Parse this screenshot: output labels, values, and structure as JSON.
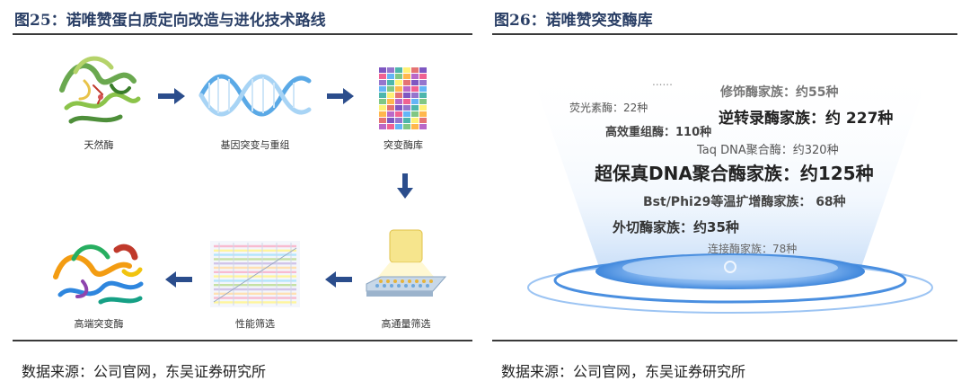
{
  "fig25": {
    "title": "图25：诺唯赞蛋白质定向改造与进化技术路线",
    "steps": [
      {
        "label": "天然酶",
        "icon": "protein-structure-icon"
      },
      {
        "label": "基因突变与重组",
        "icon": "dna-helix-icon"
      },
      {
        "label": "突变酶库",
        "icon": "mutant-library-grid-icon"
      },
      {
        "label": "高通量筛选",
        "icon": "microplate-screening-icon"
      },
      {
        "label": "性能筛选",
        "icon": "performance-chart-icon"
      },
      {
        "label": "高端突变酶",
        "icon": "protein-structure-icon"
      }
    ],
    "source": "数据来源：公司官网，东吴证券研究所"
  },
  "fig26": {
    "title": "图26：诺唯赞突变酶库",
    "dots": "......",
    "enzymes": [
      {
        "text": "修饰酶家族：约55种",
        "color": "#777777"
      },
      {
        "text": "荧光素酶：22种",
        "color": "#555555"
      },
      {
        "text": "逆转录酶家族：约 227种",
        "color": "#222222"
      },
      {
        "text": "高效重组酶：110种",
        "color": "#444444"
      },
      {
        "text": "Taq DNA聚合酶：约320种",
        "color": "#555555"
      },
      {
        "text": "超保真DNA聚合酶家族：约125种",
        "color": "#222222"
      },
      {
        "text": "Bst/Phi29等温扩增酶家族： 68种",
        "color": "#444444"
      },
      {
        "text": "外切酶家族：约35种",
        "color": "#333333"
      },
      {
        "text": "连接酶家族：78种",
        "color": "#666666"
      }
    ],
    "source": "数据来源：公司官网，东吴证券研究所"
  },
  "colors": {
    "title": "#2a3f66",
    "arrow": "#2b4d8c",
    "podium": "#4a8fe0"
  }
}
